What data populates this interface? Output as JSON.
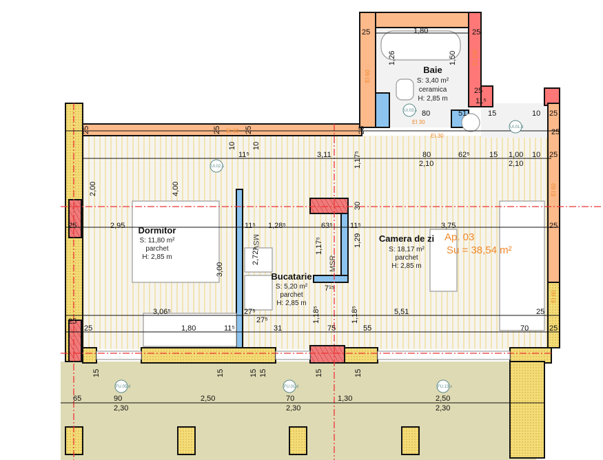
{
  "rooms": [
    {
      "name": "Dormitor",
      "area": "S: 11,80 m²",
      "floor": "parchet",
      "height": "H: 2,85 m"
    },
    {
      "name": "Bucatarie",
      "area": "S: 5,20 m²",
      "floor": "parchet",
      "height": "H: 2,85 m"
    },
    {
      "name": "Camera de zi",
      "area": "S: 18,17 m²",
      "floor": "parchet",
      "height": "H: 2,85 m"
    },
    {
      "name": "Baie",
      "area": "S: 3,40 m²",
      "floor": "ceramica",
      "height": "H: 2,85 m"
    }
  ],
  "apartment": {
    "label": "Ap. 03",
    "usable_area": "Su = 38,54 m²"
  },
  "fire_ratings": [
    "EI 60",
    "EI 60",
    "EI 150",
    "EI 60",
    "EI 60",
    "EI 30",
    "EI 30"
  ],
  "shaft_labels": [
    "MSV",
    "MSR"
  ],
  "door_tags": [
    "UI.01.d",
    "UI.02.s",
    "UI.03.s",
    "FU.05.d",
    "FU.01.d",
    "FU.13.s"
  ],
  "dimensions": [
    "25",
    "25",
    "25",
    "25",
    "25",
    "25",
    "1,80",
    "25",
    "25",
    "1,26",
    "1,50",
    "11⁵",
    "80",
    "51",
    "15",
    "10",
    "25",
    "10",
    "11⁵",
    "10",
    "3,11",
    "80",
    "62⁵",
    "15",
    "1,00",
    "10",
    "25",
    "2,10",
    "2,10",
    "1,17⁵",
    "2,00",
    "4,00",
    "30",
    "2,95",
    "11⁵",
    "1,28⁵",
    "63⁵",
    "11⁵",
    "3,75",
    "25",
    "25",
    "1,17⁵",
    "1,29",
    "2,72⁵",
    "3,00",
    "7¹⁵",
    "3,06⁵",
    "27⁵",
    "1,18⁵",
    "1,18⁵",
    "5,51",
    "25",
    "25",
    "25",
    "1,80",
    "11⁵",
    "27⁵",
    "31",
    "75",
    "55",
    "70",
    "25",
    "65",
    "90",
    "2,50",
    "70",
    "1,30",
    "2,50",
    "2,30",
    "2,30",
    "2,30",
    "15",
    "15",
    "15",
    "15",
    "15",
    "15"
  ]
}
